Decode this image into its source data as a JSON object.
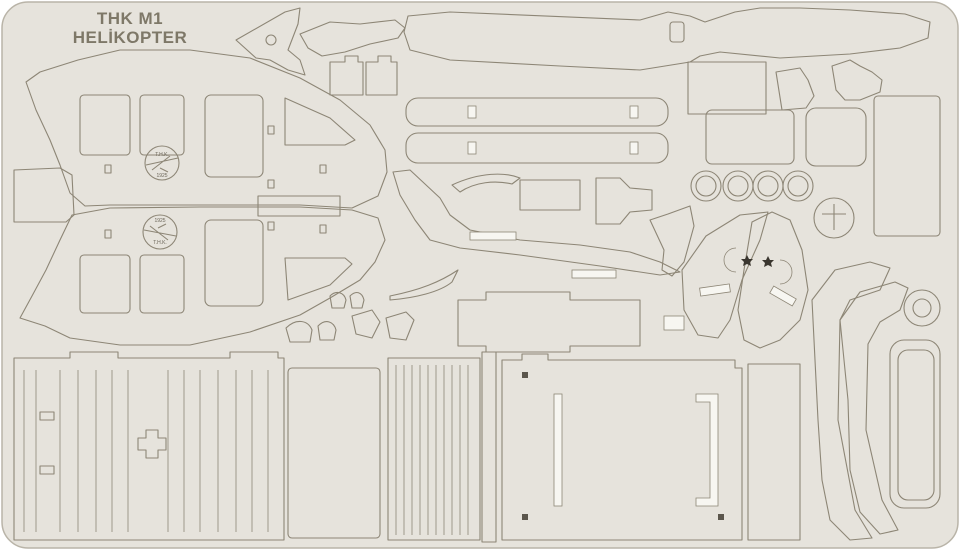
{
  "sheet": {
    "title_line_1": "THK M1",
    "title_line_2": "HELİKOPTER",
    "badge_text_top": "T.H.K.",
    "badge_year_top": "1925",
    "badge_year_bottom": "1925",
    "badge_text_bottom": "T.H.K."
  },
  "palette": {
    "board": "#e6e3dc",
    "cut_line": "#8d8676",
    "hole_light": "#f7f6f1",
    "paper_tab": "#ffffff",
    "background": "#ffffff"
  },
  "icons": [
    "star-icon",
    "crescent-icon",
    "airplane-emblem-icon"
  ]
}
